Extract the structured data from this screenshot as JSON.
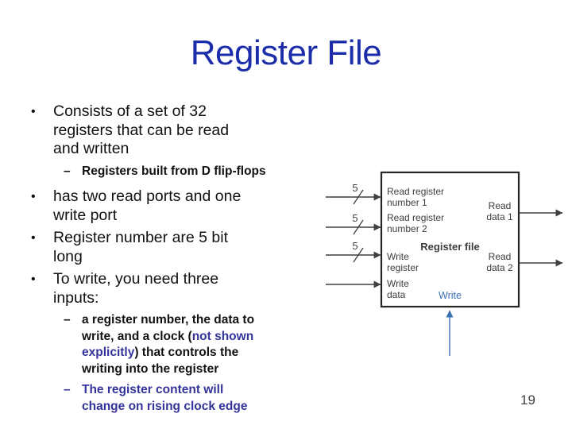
{
  "slide": {
    "title": "Register File",
    "page_number": "19"
  },
  "content": {
    "marker_main": "•",
    "marker_sub": "–",
    "b1": "Consists of a set of 32\nregisters that can be read\nand written",
    "sub1": "Registers built from D flip-flops",
    "b2": "has two read ports and one\nwrite port",
    "b3": "Register number are 5 bit\nlong",
    "b4": "To write, you need three\ninputs:",
    "subA_part1": "a register number, the data to\nwrite, and a clock (",
    "subA_blue": "not shown\nexplicitly",
    "subA_part2": ") that controls the\nwriting into the register",
    "subB": "The register content will\nchange on rising clock edge"
  },
  "diagram": {
    "box_label": "Register file",
    "inputs": [
      {
        "label": "Read register\nnumber 1",
        "width_bits": "5"
      },
      {
        "label": "Read register\nnumber 2",
        "width_bits": "5"
      },
      {
        "label": "Write\nregister",
        "width_bits": "5"
      },
      {
        "label": "Write\ndata"
      }
    ],
    "outputs": [
      {
        "label": "Read\ndata 1"
      },
      {
        "label": "Read\ndata 2"
      }
    ],
    "write_signal": "Write"
  },
  "colors": {
    "title_blue": "#1b2da8",
    "accent_blue": "#333399",
    "text_black": "#111111",
    "diagram_label_gray": "#3d3d3d",
    "diagram_line_gray": "#3f3f3f",
    "diagram_write_blue": "#3b6fb3",
    "box_border": "#262626",
    "page_number_gray": "#404040"
  }
}
